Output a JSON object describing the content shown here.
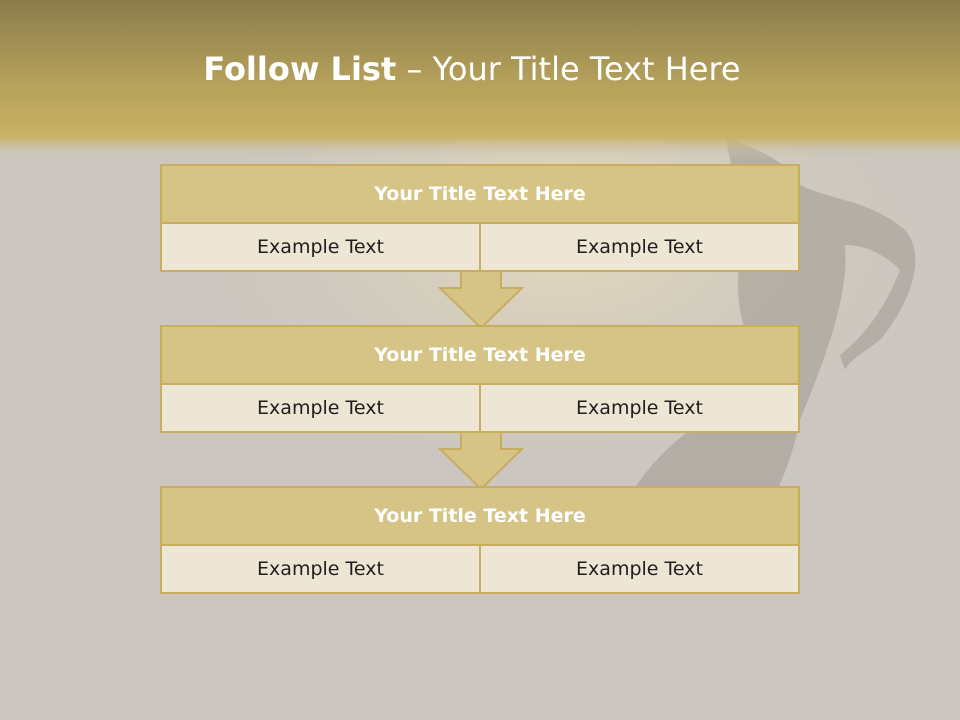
{
  "slide": {
    "title_bold": "Follow List",
    "title_rest": " – Your Title Text Here"
  },
  "steps": [
    {
      "title": "Your Title Text Here",
      "left": "Example Text",
      "right": "Example Text"
    },
    {
      "title": "Your Title Text Here",
      "left": "Example Text",
      "right": "Example Text"
    },
    {
      "title": "Your Title Text Here",
      "left": "Example Text",
      "right": "Example Text"
    }
  ],
  "colors": {
    "header_band": "#c6ae62",
    "box_border": "#c8ad5e",
    "box_header": "#d6c487",
    "box_body": "#ede6d5"
  }
}
